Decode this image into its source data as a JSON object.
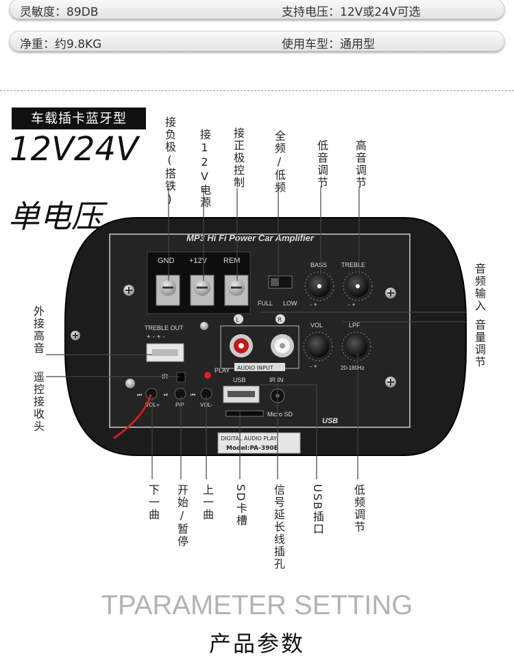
{
  "specs": [
    {
      "left": "灵敏度：89DB",
      "right": "支持电压：12V或24V可选"
    },
    {
      "left": "净重：约9.8KG",
      "right": "使用车型：通用型"
    }
  ],
  "badge": "车载插卡蓝牙型",
  "voltage_title": "12V24V",
  "voltage_sub": "单电压",
  "panel": {
    "header": "MP3 Hi Fi Power Car Amplifier",
    "terminals": [
      "GND",
      "+12V",
      "REM"
    ],
    "switch_full": "FULL",
    "switch_low": "LOW",
    "bass": "BASS",
    "treble": "TREBLE",
    "treble_out": "TREBLE OUT",
    "treble_out_signs": "+ - + -",
    "l": "L",
    "r": "R",
    "audio_input": "AUDIO INPUT",
    "vol": "VOL",
    "lpf": "LPF",
    "lpf_range": "20-180Hz",
    "play": "PLAY",
    "ir": "IR",
    "usb": "USB",
    "ir_in": "IR IN",
    "btn_vol_plus": "VOL+",
    "btn_pp": "P/P",
    "btn_vol_minus": "VOL-",
    "micro_sd": "Micro SD",
    "usb_logo": "USB",
    "digital": "DIGITAL AUDIO PLAY",
    "model": "Model:PA-390E",
    "knob_signs": "-   +"
  },
  "callouts": {
    "top": [
      "接负极(搭铁)",
      "接12V电源",
      "接正极控制",
      "全频/低频",
      "低音调节",
      "高音调节"
    ],
    "right": [
      "音频输入",
      "音量调节"
    ],
    "left": [
      "外接高音",
      "遥控接收头"
    ],
    "bottom": [
      "下一曲",
      "开始/暂停",
      "上一曲",
      "SD卡槽",
      "信号延长线插孔",
      "USB插口",
      "低频调节"
    ]
  },
  "footer": {
    "en": "TPARAMETER SETTING",
    "cn": "产品参数"
  }
}
